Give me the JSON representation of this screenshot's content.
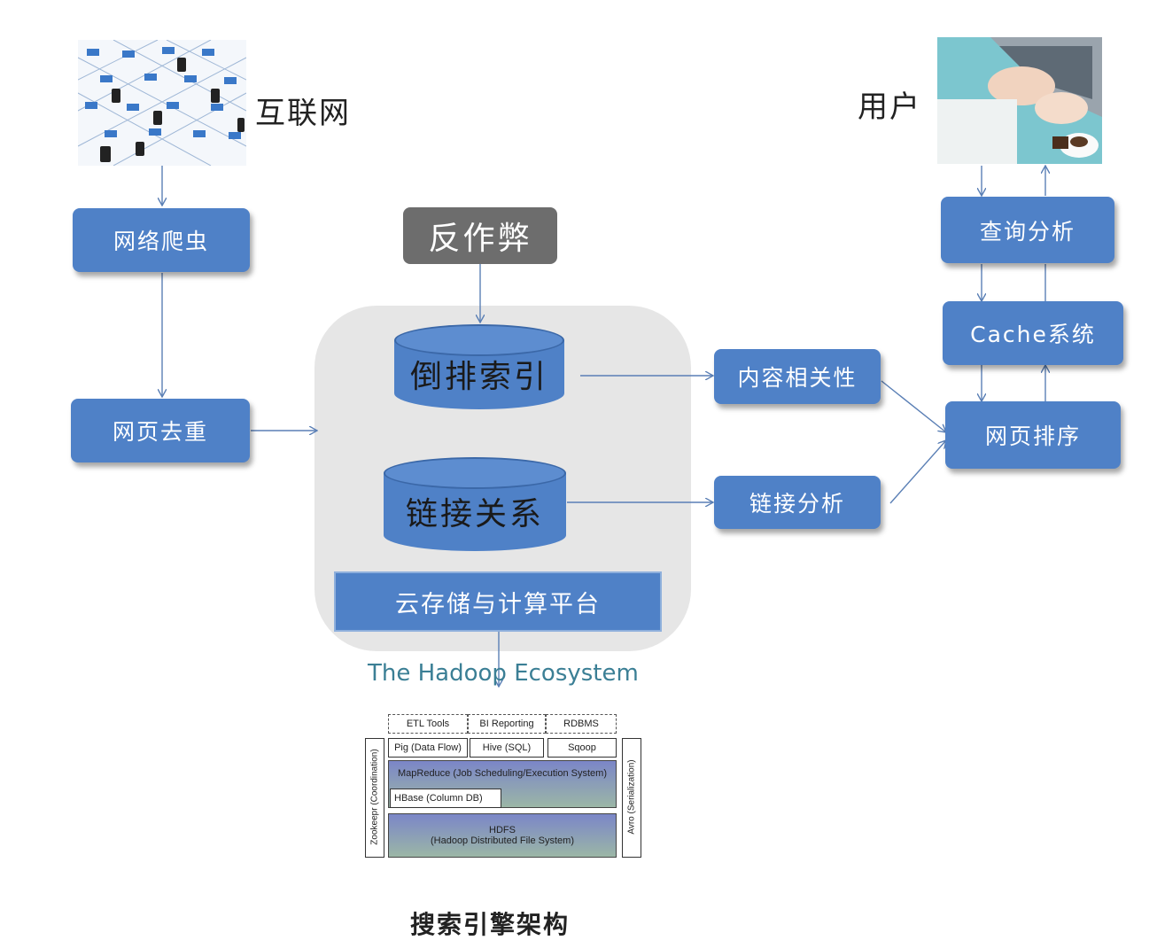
{
  "internet_label": "互联网",
  "user_label": "用户",
  "crawler": "网络爬虫",
  "dedup": "网页去重",
  "anticheat": "反作弊",
  "inverted_index": "倒排索引",
  "link_relation": "链接关系",
  "cloud_platform": "云存储与计算平台",
  "content_relevance": "内容相关性",
  "link_analysis": "链接分析",
  "query_analysis": "查询分析",
  "cache_system": "Cache系统",
  "page_ranking": "网页排序",
  "hadoop": {
    "title": "The Hadoop Ecosystem",
    "etl": "ETL Tools",
    "bi": "BI Reporting",
    "rdbms": "RDBMS",
    "pig": "Pig (Data Flow)",
    "hive": "Hive (SQL)",
    "sqoop": "Sqoop",
    "mapreduce": "MapReduce (Job Scheduling/Execution System)",
    "hbase": "HBase (Column DB)",
    "hdfs": "HDFS",
    "hdfs_sub": "(Hadoop Distributed File System)",
    "zookeeper": "Zookeepr (Coordination)",
    "avro": "Avro (Serialization)"
  },
  "caption": "搜索引擎架构"
}
